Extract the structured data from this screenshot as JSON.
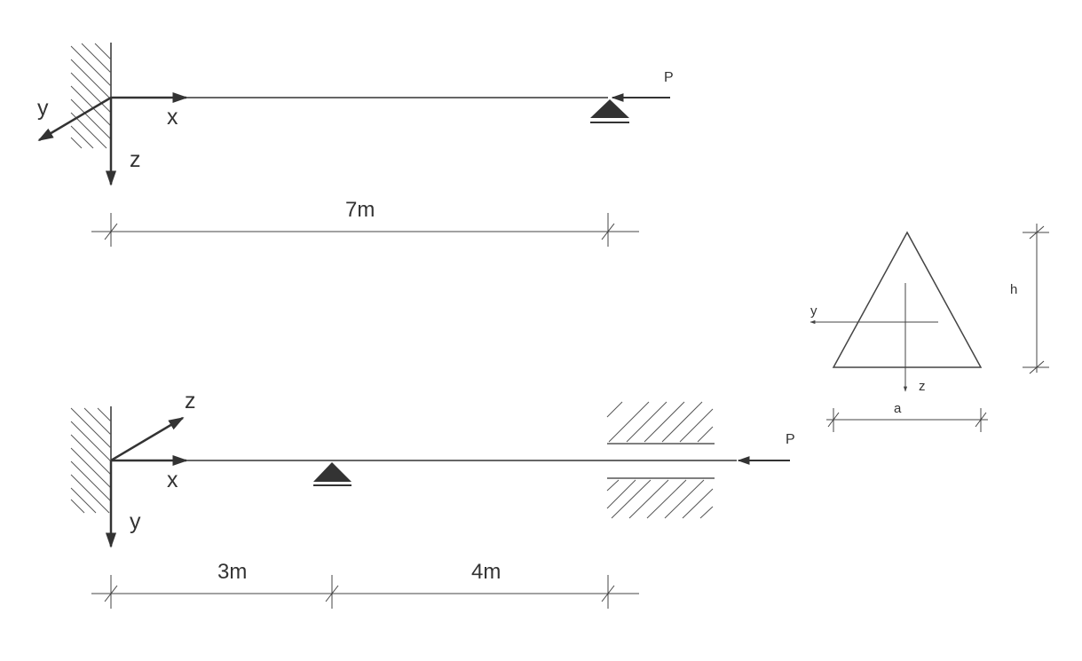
{
  "top_view": {
    "axis_y": "y",
    "axis_x": "x",
    "axis_z": "z",
    "load": "P",
    "span": "7m"
  },
  "bottom_view": {
    "axis_z": "z",
    "axis_x": "x",
    "axis_y": "y",
    "load": "P",
    "span_left": "3m",
    "span_right": "4m"
  },
  "cross_section": {
    "axis_y": "y",
    "axis_z": "z",
    "height": "h",
    "base": "a"
  }
}
